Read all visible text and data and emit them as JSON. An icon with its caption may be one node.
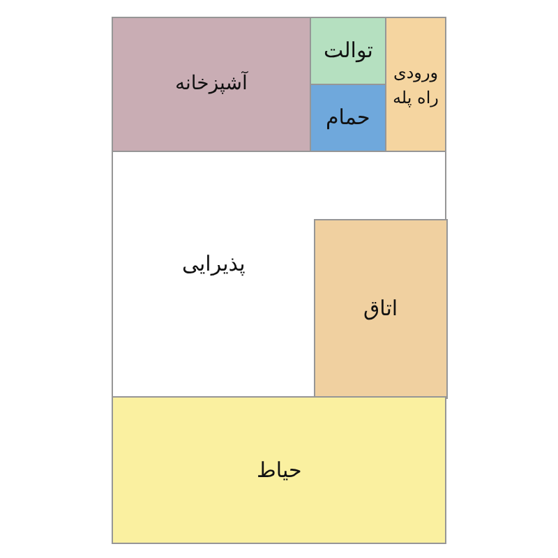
{
  "diagram": {
    "nodes": [
      {
        "text": [
          "آشپزخانه"
        ]
      },
      {
        "text": [
          "توالت"
        ]
      },
      {
        "text": [
          "حمام"
        ]
      },
      {
        "text": [
          "ورودی راه پله"
        ]
      },
      {
        "text": [
          "پذیرایی"
        ]
      },
      {
        "text": [
          "اتاق"
        ],
        "in": 4
      },
      {
        "text": [
          "حیاط"
        ]
      }
    ]
  }
}
